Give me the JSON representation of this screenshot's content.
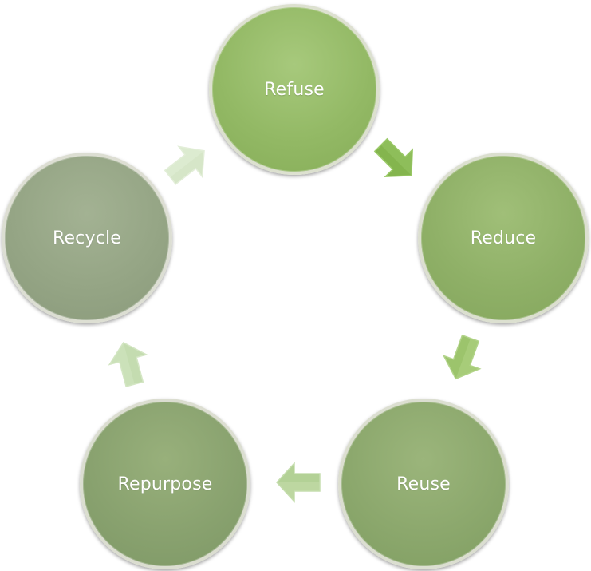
{
  "diagram": {
    "nodes": [
      {
        "id": "refuse",
        "label": "Refuse"
      },
      {
        "id": "reduce",
        "label": "Reduce"
      },
      {
        "id": "reuse",
        "label": "Reuse"
      },
      {
        "id": "repurpose",
        "label": "Repurpose"
      },
      {
        "id": "recycle",
        "label": "Recycle"
      }
    ],
    "flow": [
      "refuse",
      "reduce",
      "reuse",
      "repurpose",
      "recycle",
      "refuse"
    ],
    "colors": {
      "refuse": "#93b965",
      "reduce": "#8fb067",
      "reuse": "#8ca86d",
      "repurpose": "#89a26f",
      "recycle": "#95a585",
      "arrow_refuse_reduce": "#84b54e",
      "arrow_reduce_reuse": "#9cc46c",
      "arrow_reuse_repurpose": "#b3d196",
      "arrow_repurpose_recycle": "#c4dcb0",
      "arrow_recycle_refuse": "#d6e6c8"
    }
  }
}
